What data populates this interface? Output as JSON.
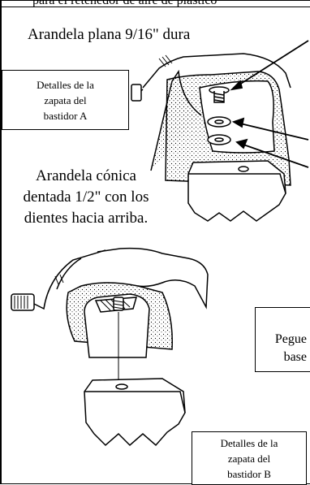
{
  "top_caption": "para el retenedor de aire de plástico",
  "washer_flat": "Arandela plana 9/16\" dura",
  "washer_conical": [
    "Arandela cónica",
    "dentada 1/2\" con los",
    "dientes hacia arriba."
  ],
  "detail_a": [
    "Detalles de la",
    "zapata del",
    "bastidor A"
  ],
  "detail_b": [
    "Detalles de la",
    "zapata del",
    "bastidor B"
  ],
  "stick_note": [
    "Pegue",
    "base"
  ]
}
